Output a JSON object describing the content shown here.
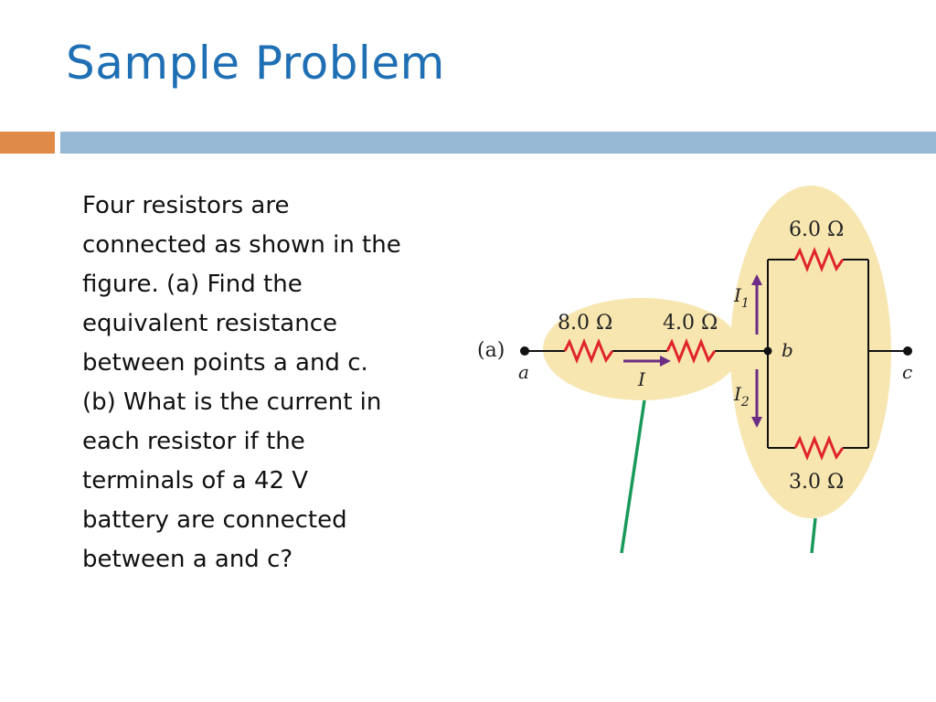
{
  "slide": {
    "title": "Sample Problem",
    "accent_colors": {
      "title": "#1f6fb5",
      "orange_bar": "#df8a46",
      "blue_bar": "#97b8d4",
      "highlight": "#f7e6b0",
      "resistor": "#e0242b",
      "current_arrow": "#6b2d85",
      "pointer": "#1a9a5a"
    }
  },
  "problem": {
    "lines": [
      "Four resistors are",
      "connected as shown in the",
      "figure. (a) Find the",
      "equivalent resistance",
      "between points a and c.",
      "(b) What is the current in",
      "each resistor if the",
      "terminals of a 42 V",
      "battery are connected",
      "between a and c?"
    ]
  },
  "figure": {
    "part_label": "(a)",
    "node_a": "a",
    "node_b": "b",
    "node_c": "c",
    "resistor_1": "8.0 Ω",
    "resistor_2": "4.0 Ω",
    "resistor_top": "6.0 Ω",
    "resistor_bottom": "3.0 Ω",
    "current_main": "I",
    "current_1": "I",
    "current_1_sub": "1",
    "current_2": "I",
    "current_2_sub": "2"
  }
}
